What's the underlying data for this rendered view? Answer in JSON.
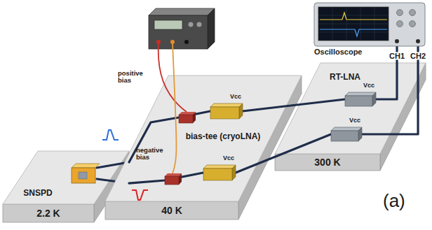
{
  "diagram": {
    "nodes": [
      {
        "text": [
          "SNSPD",
          "2.2 K"
        ]
      },
      {
        "text": [
          "bias-tee (cryoLNA)",
          "40 K"
        ]
      },
      {
        "text": [
          "Vcc"
        ],
        "in": 1
      },
      {
        "text": [
          "Vcc"
        ],
        "in": 1
      },
      {
        "text": [
          "RT-LNA",
          "300 K"
        ]
      },
      {
        "text": [
          "Vcc"
        ],
        "in": 4
      },
      {
        "text": [
          "Vcc"
        ],
        "in": 4
      },
      {
        "text": [
          "Oscilloscope"
        ]
      }
    ],
    "edges": [
      {
        "from": 0,
        "to": 2,
        "arrow": "none"
      },
      {
        "from": 0,
        "to": 3,
        "arrow": "none"
      },
      {
        "from": 2,
        "to": 5,
        "arrow": "none"
      },
      {
        "from": 3,
        "to": 6,
        "arrow": "none"
      },
      {
        "from": 5,
        "to": 7,
        "label": "CH1",
        "arrow": "none"
      },
      {
        "from": 6,
        "to": 7,
        "label": "CH2",
        "arrow": "none"
      }
    ],
    "labels": [
      "positive bias",
      "negative bias",
      "(a)"
    ]
  }
}
